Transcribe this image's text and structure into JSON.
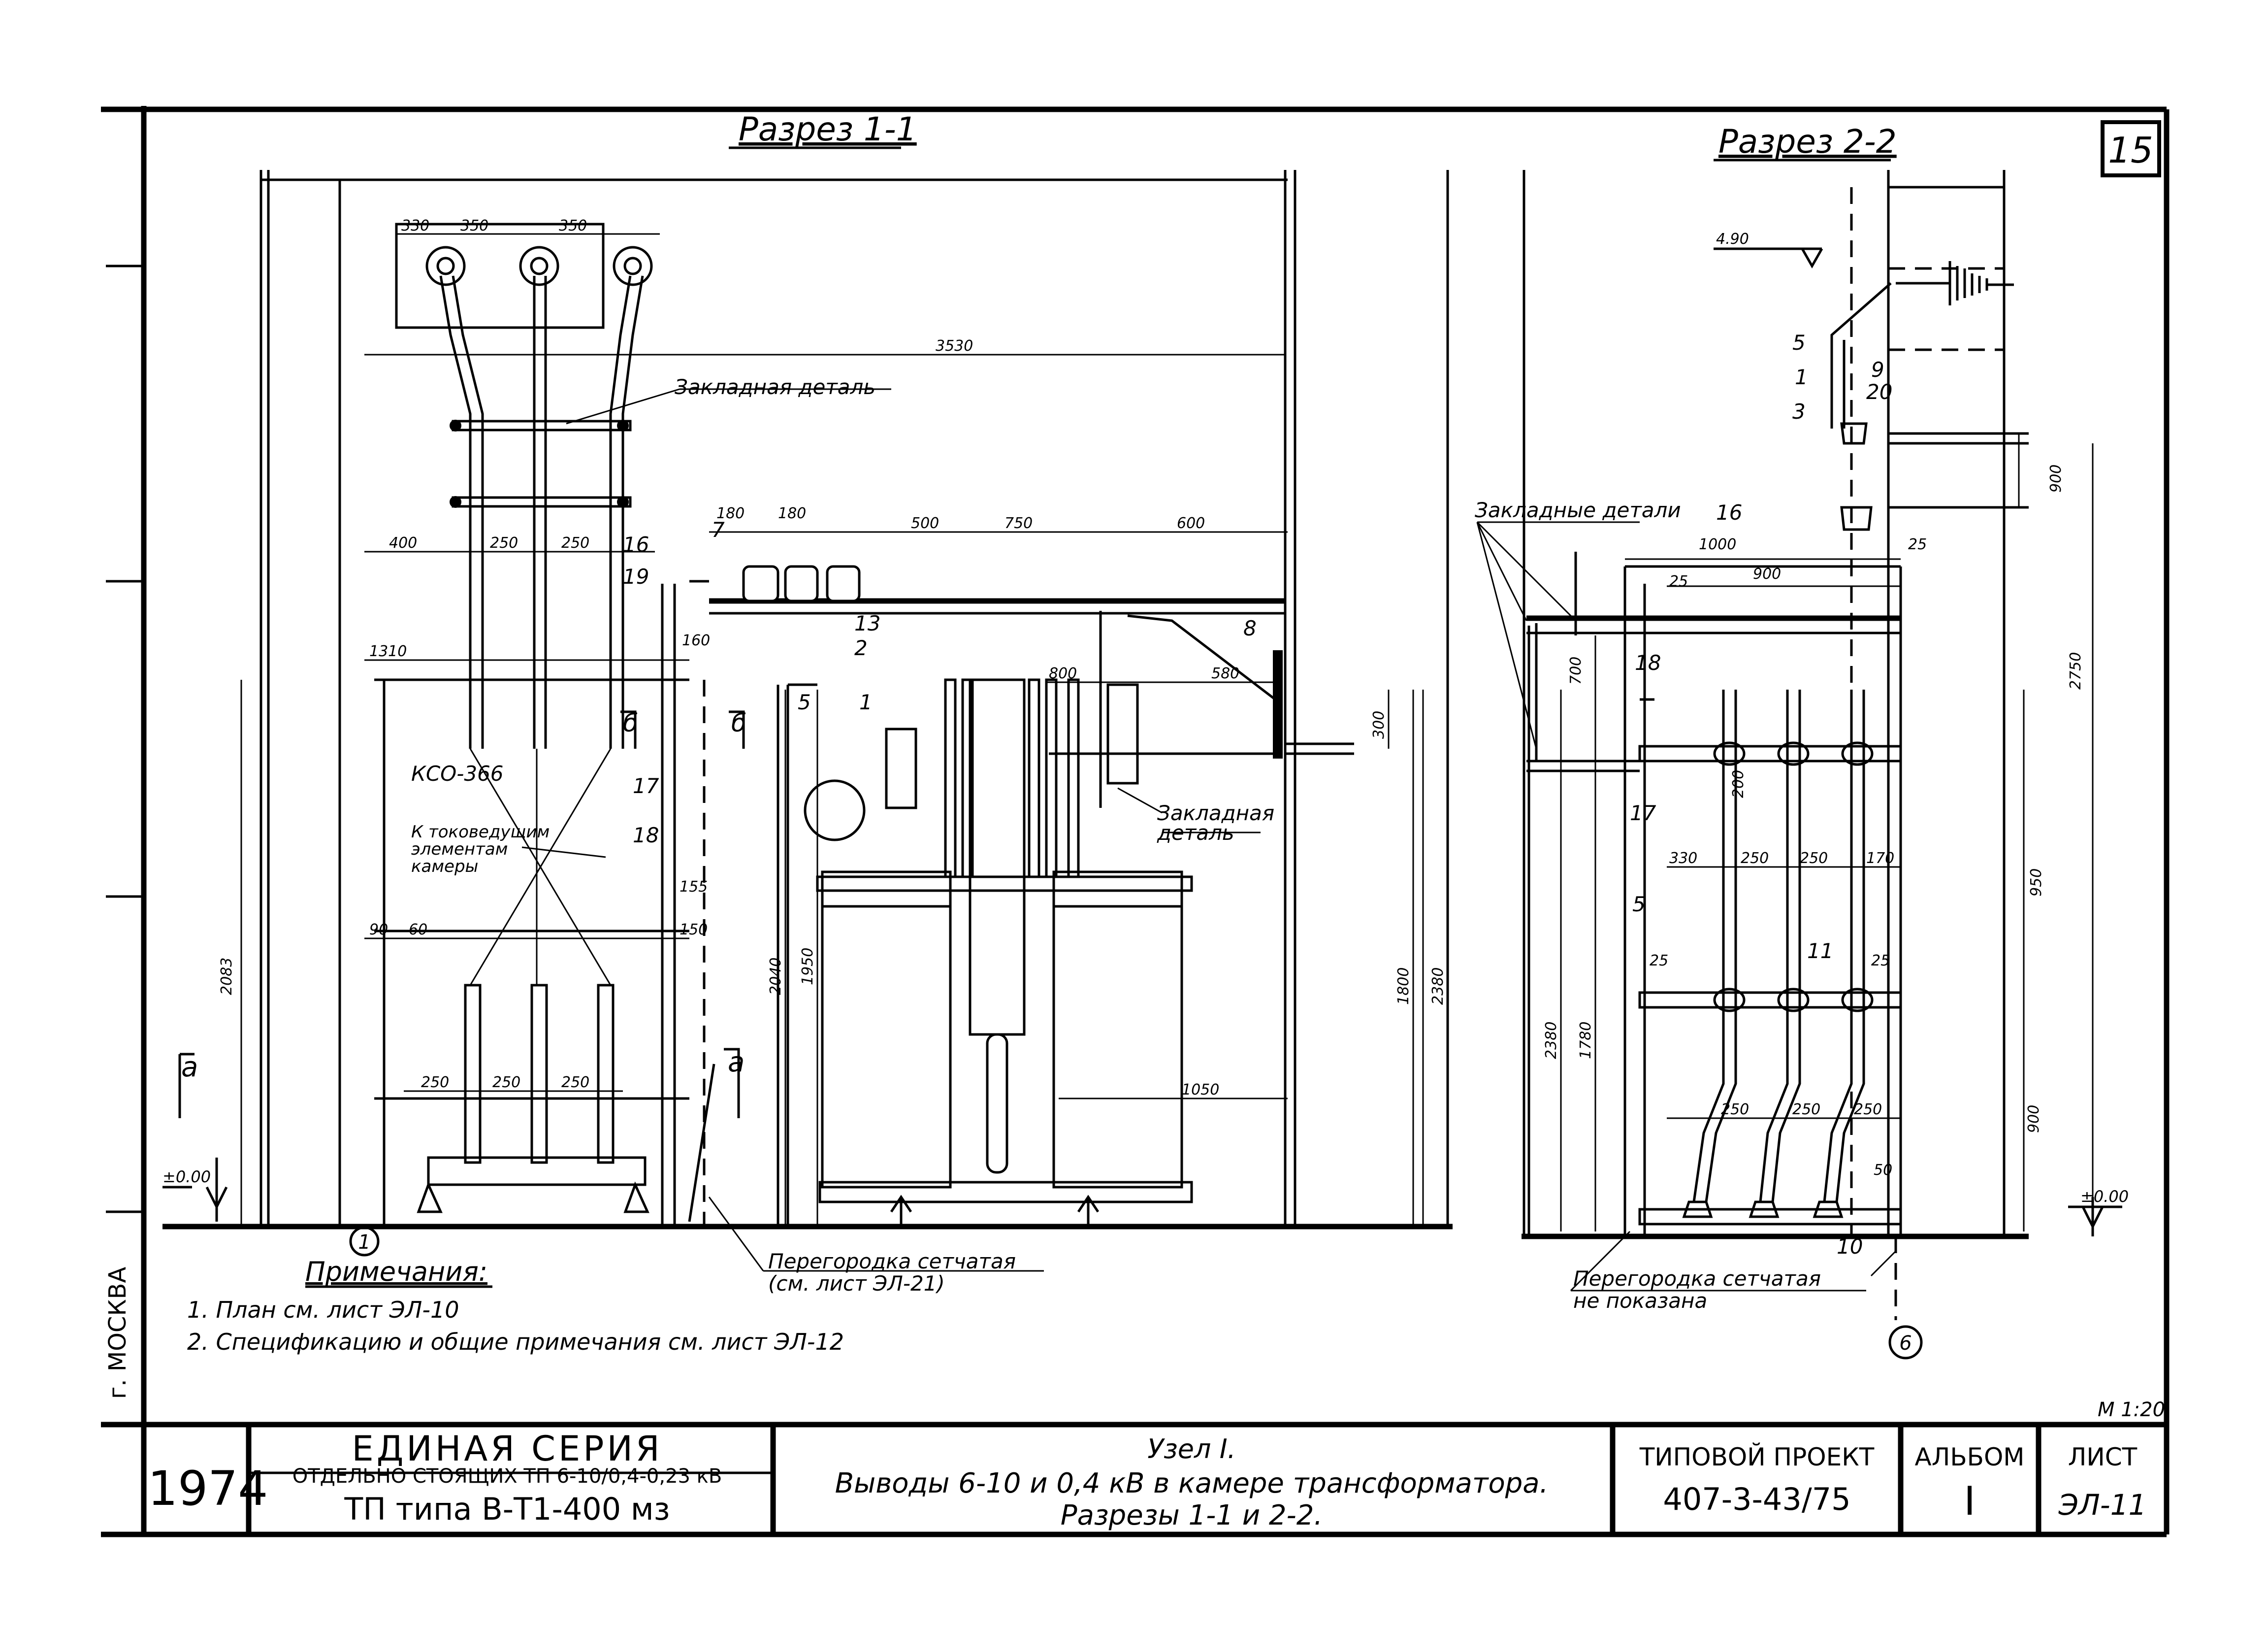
{
  "sheet_number": "15",
  "scale": "М 1:20",
  "left_margin_city": "г. МОСКВА",
  "sections": {
    "section_1": {
      "title": "Разрез 1-1",
      "labels": {
        "embedded_part": "Закладная деталь",
        "embedded_part_2a": "Закладная",
        "embedded_part_2b": "деталь",
        "kso": "КСО-366",
        "to_live_1": "К токоведущим",
        "to_live_2": "элементам",
        "to_live_3": "камеры",
        "partition_1": "Перегородка сетчатая",
        "partition_2": "(см. лист ЭЛ-21)",
        "mark_a": "а",
        "mark_b": "б",
        "zero": "±0.00",
        "circle_1": "1"
      },
      "dims": [
        "330",
        "350",
        "350",
        "3530",
        "400",
        "250",
        "250",
        "1310",
        "90",
        "60",
        "180",
        "180",
        "500",
        "750",
        "600",
        "800",
        "580",
        "160",
        "155",
        "150",
        "250",
        "250",
        "250",
        "2083",
        "2040",
        "1950",
        "1800",
        "2380",
        "1050",
        "300"
      ],
      "callouts": [
        "7",
        "13",
        "2",
        "16",
        "19",
        "1",
        "5",
        "8",
        "17",
        "18"
      ]
    },
    "section_2": {
      "title": "Разрез 2-2",
      "labels": {
        "embedded_parts": "Закладные детали",
        "partition_1": "Перегородка сетчатая",
        "partition_2": "не показана",
        "zero": "±0.00",
        "circle_6": "6"
      },
      "dims": [
        "4.90",
        "900",
        "1000",
        "900",
        "25",
        "25",
        "700",
        "2750",
        "200",
        "330",
        "250",
        "250",
        "170",
        "950",
        "25",
        "25",
        "2380",
        "1780",
        "250",
        "250",
        "250",
        "900",
        "50"
      ],
      "callouts": [
        "5",
        "1",
        "9",
        "20",
        "3",
        "16",
        "18",
        "17",
        "5",
        "11",
        "10"
      ]
    }
  },
  "notes": {
    "heading": "Примечания:",
    "items": [
      "1. План см. лист ЭЛ-10",
      "2. Спецификацию и общие примечания см. лист ЭЛ-12"
    ]
  },
  "title_block": {
    "year": "1974",
    "series_1": "ЕДИНАЯ СЕРИЯ",
    "series_2": "ОТДЕЛЬНО СТОЯЩИХ ТП 6-10/0,4-0,23 кВ",
    "series_3": "ТП типа В-Т1-400 мз",
    "node": "Узел I.",
    "desc_1": "Выводы 6-10 и 0,4 кВ в камере трансформатора.",
    "desc_2": "Разрезы 1-1 и 2-2.",
    "project_label": "ТИПОВОЙ ПРОЕКТ",
    "project_value": "407-3-43/75",
    "album_label": "АЛЬБОМ",
    "album_value": "I",
    "sheet_label": "ЛИСТ",
    "sheet_value": "ЭЛ-11"
  }
}
